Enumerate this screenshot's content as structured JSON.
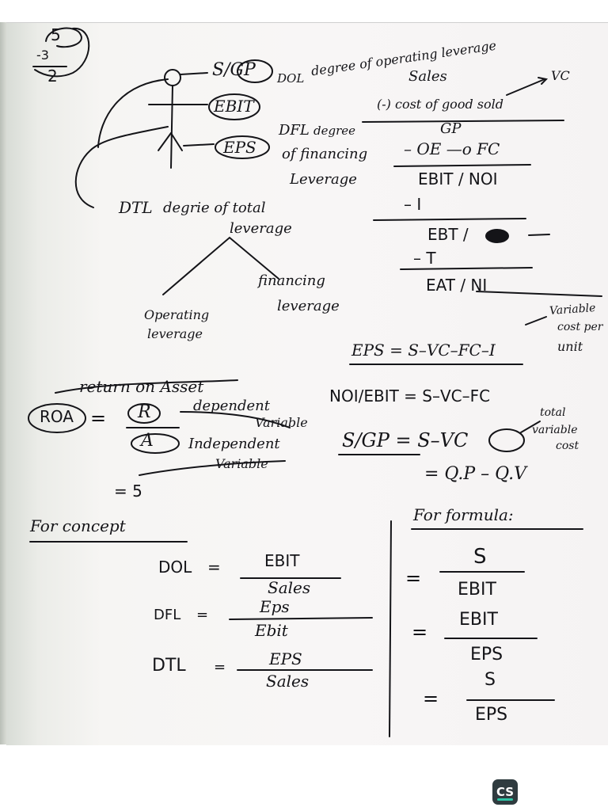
{
  "margin": {
    "circled": "5",
    "minus": "-3",
    "result": "2"
  },
  "figure": {
    "sgp": "S/GP",
    "dol": "DOL",
    "dol_def": "degree of operating leverage",
    "ebit": "EBIT",
    "dfl": "DFL",
    "dfl_def1": "degree",
    "dfl_def2": "of financing",
    "dfl_def3": "Leverage",
    "eps": "EPS",
    "dtl": "DTL",
    "dtl_def1": "degrie of total",
    "dtl_def2": "leverage",
    "operating1": "Operating",
    "operating2": "leverage",
    "financing1": "financing",
    "financing2": "leverage"
  },
  "income_statement": {
    "sales": "Sales",
    "vc_note": "VC",
    "minus_cogs": "(-)  cost of good sold",
    "gp": "GP",
    "oe_line": "–  OE  —o FC",
    "ebit_noi": "EBIT / NOI",
    "minus_i": "– I",
    "ebt": "EBT /",
    "minus_t": "– T",
    "eat_ni": "EAT / NI"
  },
  "formulas": {
    "eps_formula": "EPS = S–VC–FC–I",
    "vc_def1": "Variable",
    "vc_def2": "cost per",
    "vc_def3": "unit",
    "noi_formula": "NOI/EBIT = S–VC–FC",
    "sgp_formula": "S/GP = S–VC",
    "total_vc1": "total",
    "total_vc2": "variable",
    "total_vc3": "cost",
    "qp_formula": "= Q.P – Q.V"
  },
  "roa": {
    "heading": "return on Asset",
    "label": "ROA",
    "eq": "=",
    "numerator": "R",
    "denominator": "A",
    "dependent": "dependent",
    "dependent2": "Variable",
    "independent": "Independent",
    "independent2": "Variable",
    "result": "= 5"
  },
  "concept": {
    "heading": "For concept",
    "rows": [
      {
        "name": "DOL",
        "eq": "=",
        "num": "EBIT",
        "den": "Sales"
      },
      {
        "name": "DFL",
        "eq": "=",
        "num": "Eps",
        "den": "Ebit"
      },
      {
        "name": "DTL",
        "eq": "=",
        "num": "EPS",
        "den": "Sales"
      }
    ]
  },
  "formula_col": {
    "heading": "For formula:",
    "rows": [
      {
        "eq": "=",
        "num": "S",
        "den": "EBIT"
      },
      {
        "eq": "=",
        "num": "EBIT",
        "den": "EPS"
      },
      {
        "eq": "=",
        "num": "S",
        "den": "EPS"
      }
    ]
  },
  "badge": {
    "label": "CS"
  }
}
